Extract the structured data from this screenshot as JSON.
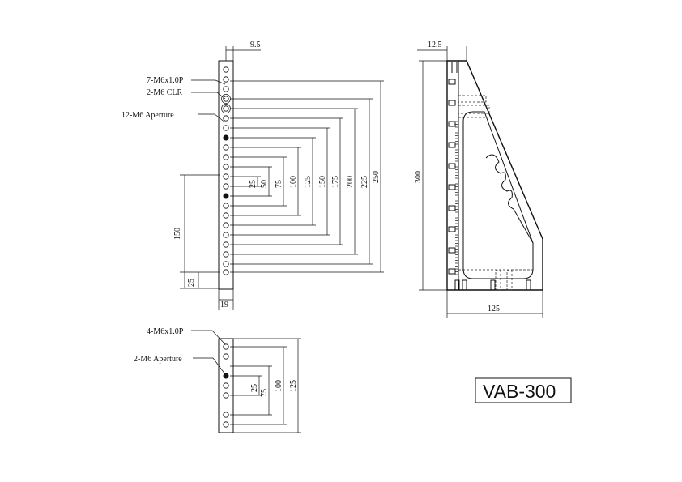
{
  "model_name": "VAB-300",
  "callouts": {
    "thread_7": "7-M6x1.0P",
    "clr_2": "2-M6 CLR",
    "aperture_12": "12-M6 Aperture",
    "thread_4": "4-M6x1.0P",
    "aperture_2": "2-M6 Aperture"
  },
  "front_view": {
    "top_width": "9.5",
    "bottom_width": "19",
    "left_dim_150": "150",
    "left_dim_25": "25",
    "right_dims": [
      "25",
      "50",
      "75",
      "100",
      "125",
      "150",
      "175",
      "200",
      "225",
      "250"
    ]
  },
  "side_view": {
    "top_width": "12.5",
    "height": "300",
    "base_width": "125"
  },
  "base_view": {
    "dims": [
      "25",
      "75",
      "100",
      "125"
    ]
  }
}
